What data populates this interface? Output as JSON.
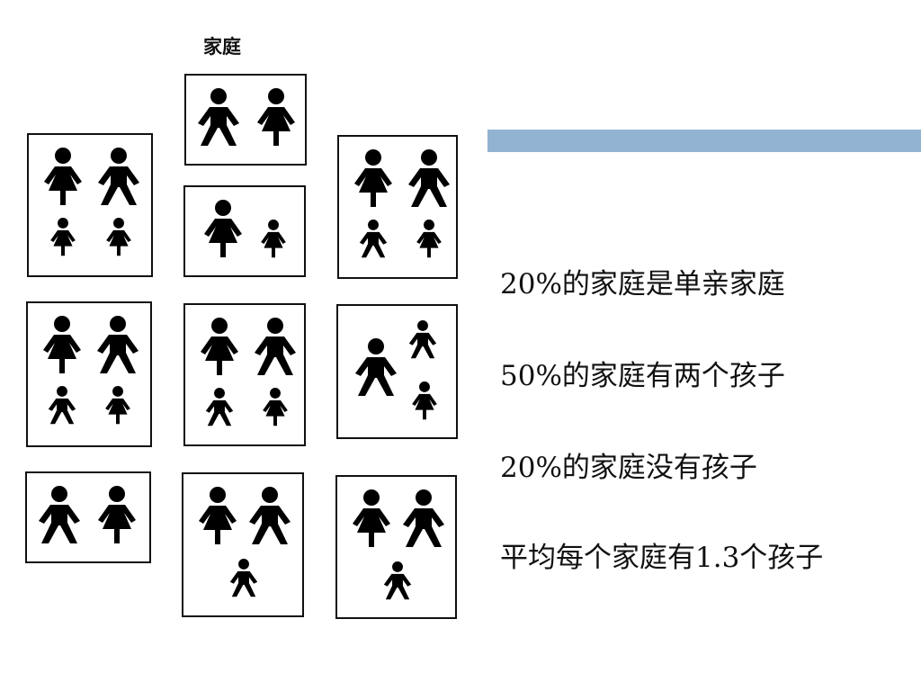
{
  "diagram": {
    "title": "家庭"
  },
  "families": [
    {
      "id": "f1",
      "members": [
        "man",
        "woman"
      ]
    },
    {
      "id": "f2",
      "members": [
        "woman",
        "man",
        "girl",
        "girl"
      ]
    },
    {
      "id": "f3",
      "members": [
        "woman",
        "girl"
      ]
    },
    {
      "id": "f4",
      "members": [
        "woman",
        "man",
        "boy",
        "girl"
      ]
    },
    {
      "id": "f5",
      "members": [
        "woman",
        "man",
        "boy",
        "girl"
      ]
    },
    {
      "id": "f6",
      "members": [
        "woman",
        "man",
        "boy",
        "girl"
      ]
    },
    {
      "id": "f7",
      "members": [
        "man",
        "boy",
        "girl"
      ]
    },
    {
      "id": "f8",
      "members": [
        "man",
        "woman"
      ]
    },
    {
      "id": "f9",
      "members": [
        "woman",
        "man",
        "boy"
      ]
    },
    {
      "id": "f10",
      "members": [
        "woman",
        "man",
        "boy"
      ]
    }
  ],
  "stats": [
    "20%的家庭是单亲家庭",
    "50%的家庭有两个孩子",
    "20%的家庭没有孩子",
    "平均每个家庭有1.3个孩子"
  ],
  "colors": {
    "accent_bar": "#93b3d2",
    "figure": "#000000",
    "border": "#111111"
  }
}
